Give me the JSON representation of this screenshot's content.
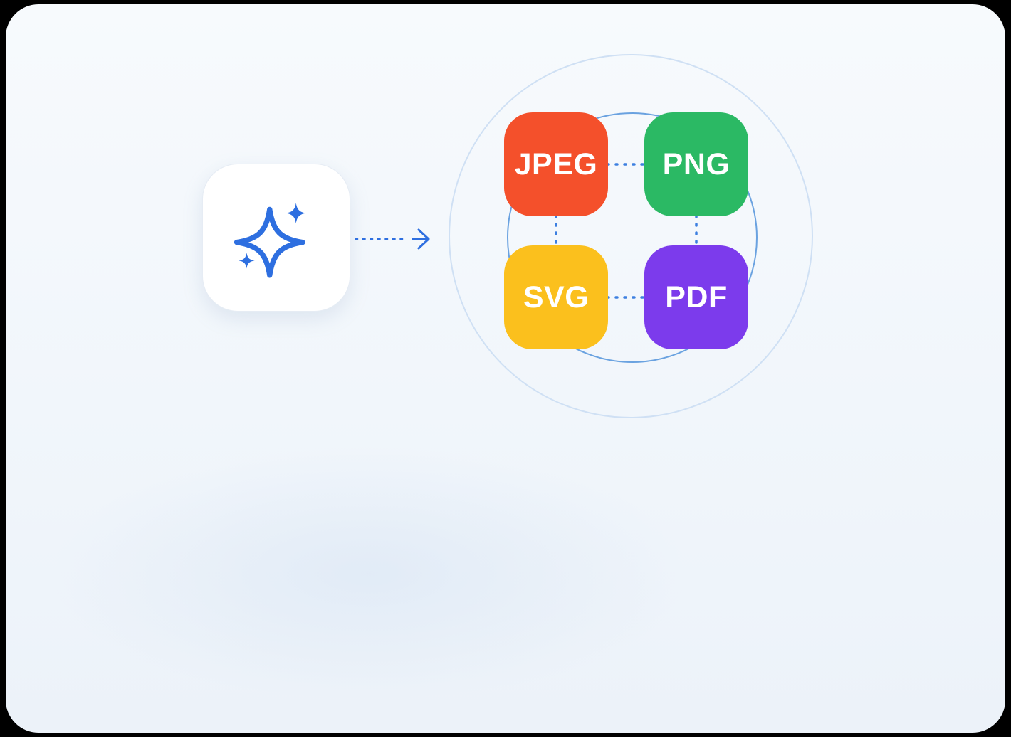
{
  "scene": {
    "source_tile": {
      "icon": "sparkle-icon"
    },
    "arrow": {
      "icon": "arrow-right-icon",
      "direction": "right"
    },
    "formats": [
      {
        "label": "JPEG",
        "color": "#F4502B"
      },
      {
        "label": "PNG",
        "color": "#2BB964"
      },
      {
        "label": "SVG",
        "color": "#FBC01D"
      },
      {
        "label": "PDF",
        "color": "#7C3BEC"
      }
    ],
    "colors": {
      "accent_blue": "#2E6FE0",
      "connector_blue": "#3C7FE0",
      "outer_circle": "#CFE0F4",
      "inner_circle": "#6AA2E0",
      "tile_background": "#FFFFFF",
      "card_background": "#F1F6FB"
    }
  }
}
